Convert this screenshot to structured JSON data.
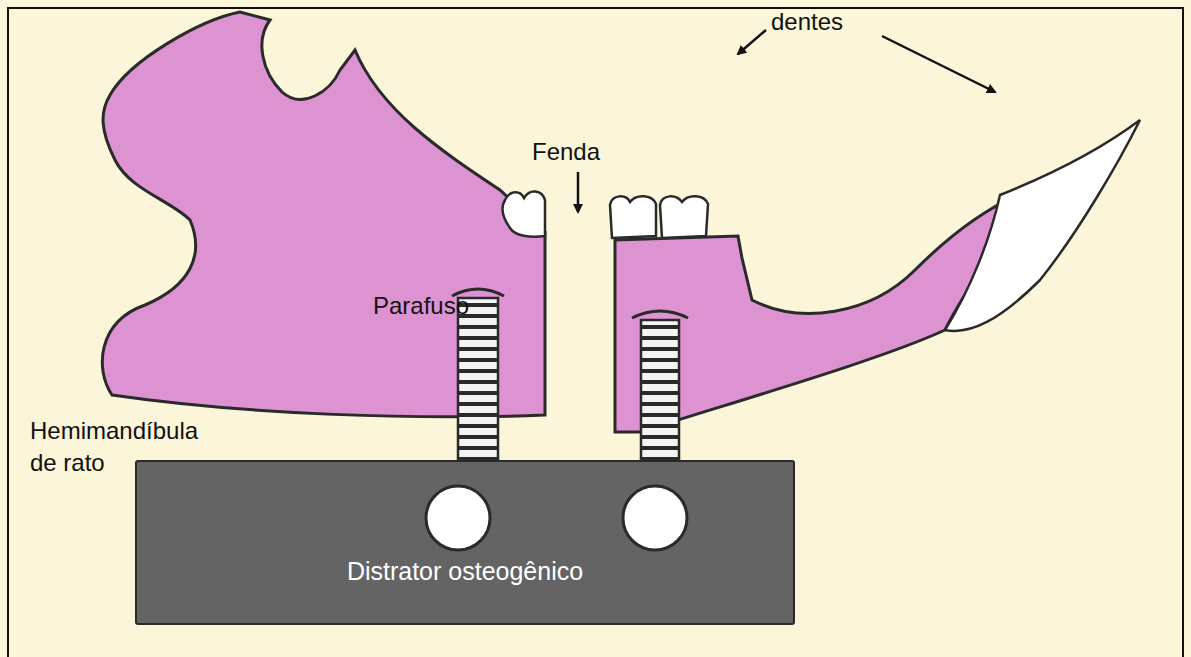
{
  "diagram": {
    "nodes": [
      {
        "text": [
          "Distrator osteogênico"
        ]
      }
    ],
    "labels": [
      "dentes",
      "Fenda",
      "Parafuso",
      "Hemimandíbula de rato"
    ]
  }
}
